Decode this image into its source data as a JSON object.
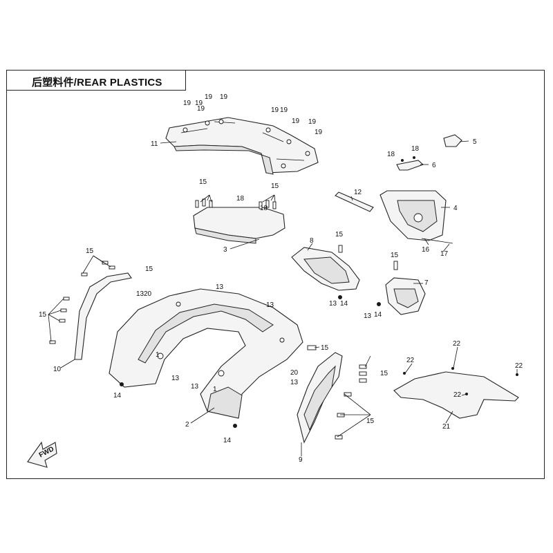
{
  "title": "后塑料件/REAR PLASTICS",
  "fwd_label": "FWD",
  "callouts": {
    "c1": "1",
    "c1b": "1",
    "c2": "2",
    "c3": "3",
    "c4": "4",
    "c5": "5",
    "c6": "6",
    "c7": "7",
    "c8": "8",
    "c9": "9",
    "c10": "10",
    "c11": "11",
    "c12": "12",
    "c13a": "13",
    "c13b": "13",
    "c13c": "13",
    "c13d": "13",
    "c13e": "13",
    "c13f": "13",
    "c13g": "13",
    "c13h": "13",
    "c14a": "14",
    "c14b": "14",
    "c14c": "14",
    "c14d": "14",
    "c15a": "15",
    "c15b": "15",
    "c15c": "15",
    "c15d": "15",
    "c15e": "15",
    "c15f": "15",
    "c15g": "15",
    "c15h": "15",
    "c15i": "15",
    "c15j": "15",
    "c16": "16",
    "c17": "17",
    "c18a": "18",
    "c18b": "18",
    "c18c": "18",
    "c18d": "18",
    "c19a": "19",
    "c19b": "19",
    "c19c": "19",
    "c19d": "19",
    "c19e": "19",
    "c19f": "19",
    "c19g": "19",
    "c19h": "19",
    "c19i": "19",
    "c19j": "19",
    "c20a": "20",
    "c20b": "20",
    "c21": "21",
    "c22a": "22",
    "c22b": "22",
    "c22c": "22",
    "c22d": "22"
  }
}
